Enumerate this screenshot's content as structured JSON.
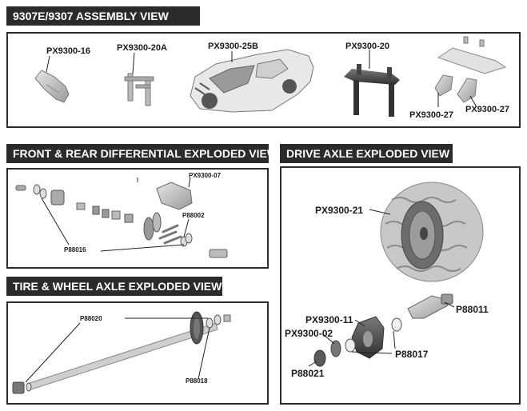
{
  "headers": {
    "assembly": "9307E/9307 ASSEMBLY VIEW",
    "differential": "FRONT & REAR DIFFERENTIAL EXPLODED VIEW",
    "drive_axle": "DRIVE AXLE EXPLODED VIEW",
    "tire_wheel": "TIRE & WHEEL AXLE EXPLODED VIEW"
  },
  "assembly_parts": {
    "bumper": "PX9300-16",
    "body_post": "PX9300-20A",
    "body_shell": "PX9300-25B",
    "body_mount": "PX9300-20",
    "wing_mount_left": "PX9300-27",
    "wing_mount_right": "PX9300-27"
  },
  "differential_parts": {
    "diff_case": "PX9300-07",
    "pins": "P88002",
    "bearings": "P88016"
  },
  "drive_axle_parts": {
    "tire": "PX9300-21",
    "drive_cup": "P88011",
    "hub_carrier": "PX9300-11",
    "hex": "PX9300-02",
    "bearing": "P88017",
    "nut": "P88021"
  },
  "tire_wheel_parts": {
    "bearing_a": "P88020",
    "bearing_b": "P88018"
  }
}
